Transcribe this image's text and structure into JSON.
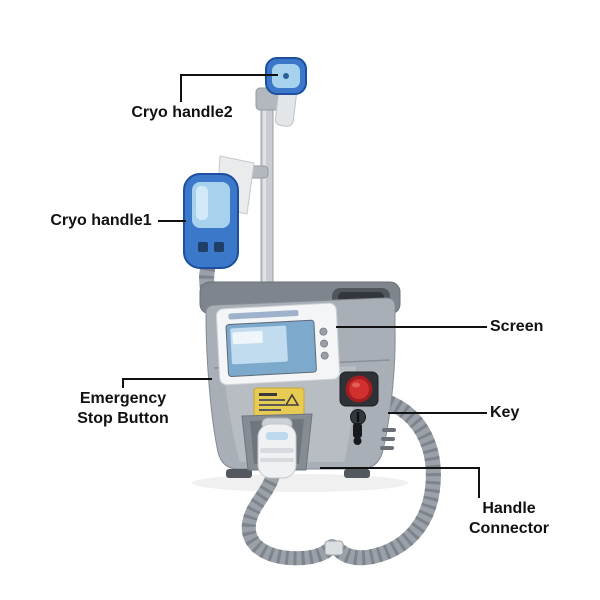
{
  "diagram": {
    "labels": {
      "cryo_handle2": "Cryo handle2",
      "cryo_handle1": "Cryo handle1",
      "screen": "Screen",
      "emergency_stop": "Emergency Stop Button",
      "key": "Key",
      "handle_connector": "Handle Connector"
    },
    "colors": {
      "handle_blue": "#3b78c9",
      "handle_blue_light": "#a7d2ee",
      "machine_gray": "#a9afb6",
      "hose_gray": "#9ba1a8",
      "stop_button_red": "#d2302f",
      "warning_yellow": "#e8cb52",
      "label_text": "#111111"
    }
  }
}
